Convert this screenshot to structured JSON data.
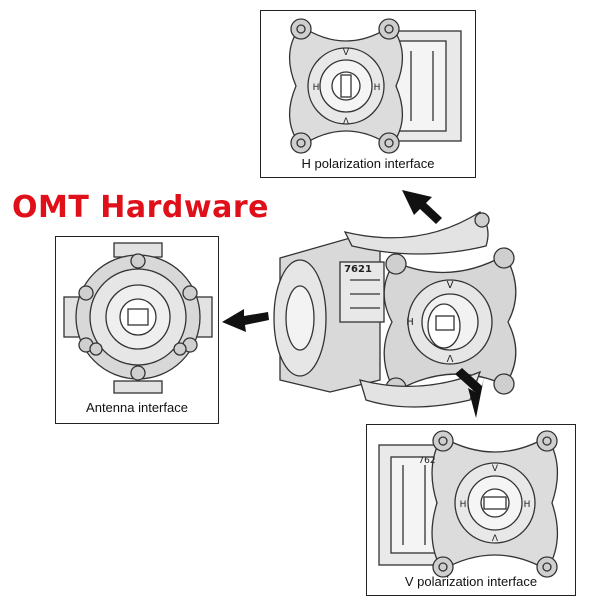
{
  "title": "OMT Hardware",
  "accent_color": "#e0101a",
  "panels": {
    "h_polarization": {
      "caption": "H polarization interface",
      "marks": {
        "top": "V",
        "bottom": "Λ",
        "left": "H",
        "right": "H"
      }
    },
    "antenna": {
      "caption": "Antenna interface"
    },
    "v_polarization": {
      "caption": "V polarization interface",
      "part_number": "762",
      "marks": {
        "top": "V",
        "bottom": "Λ",
        "left": "H",
        "right": "H"
      }
    }
  },
  "center_assembly": {
    "part_number": "7621",
    "marks": {
      "top": "V",
      "bottom": "Λ",
      "left": "H"
    }
  },
  "icons": [
    "arrow-icon",
    "flange-icon",
    "clamp-icon"
  ]
}
